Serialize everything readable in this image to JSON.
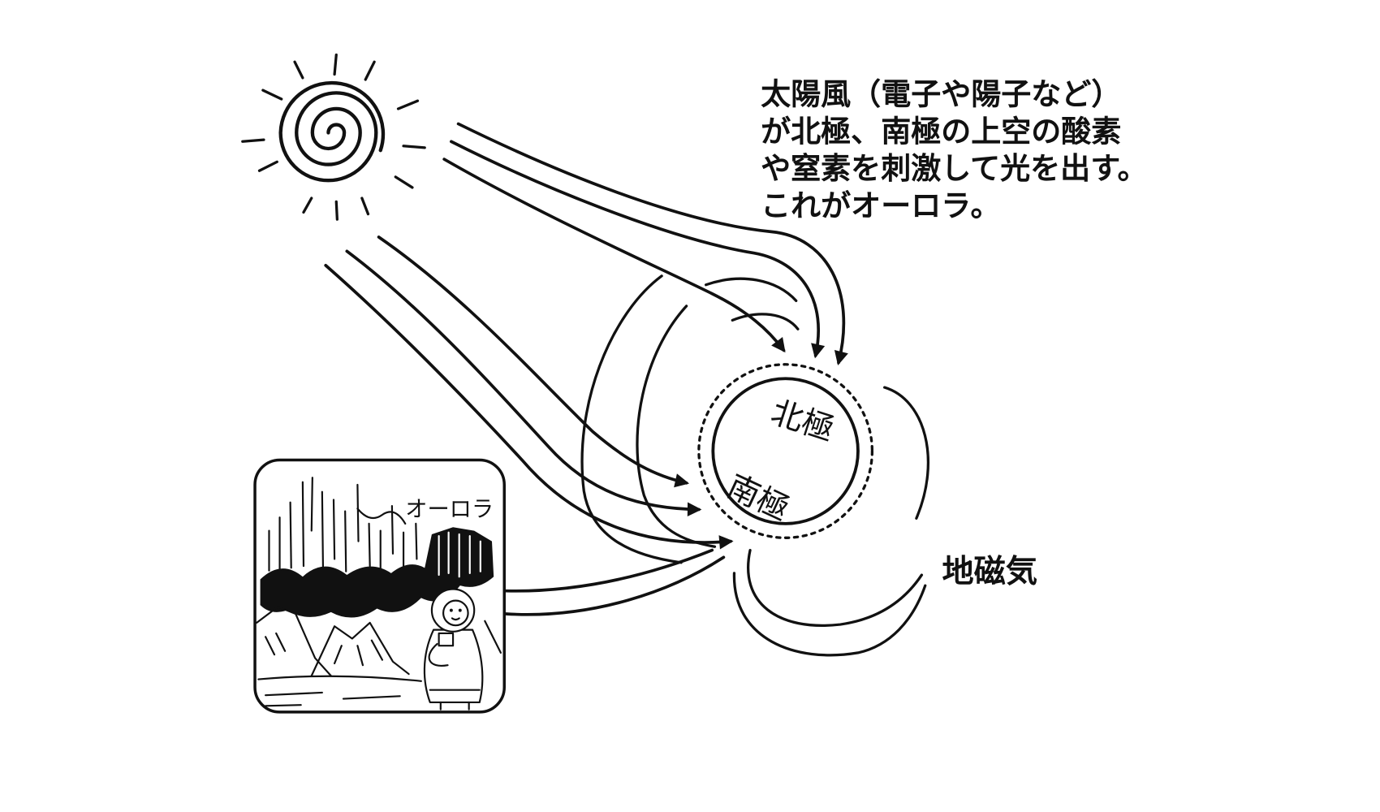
{
  "diagram": {
    "caption_lines": [
      "太陽風（電子や陽子など）",
      "が北極、南極の上空の酸素",
      "や窒素を刺激して光を出す。",
      "これがオーロラ。"
    ],
    "labels": {
      "north_pole": "北極",
      "south_pole": "南極",
      "geomagnetism": "地磁気",
      "aurora": "オーロラ"
    }
  },
  "colors": {
    "ink": "#111111",
    "background": "#ffffff"
  }
}
